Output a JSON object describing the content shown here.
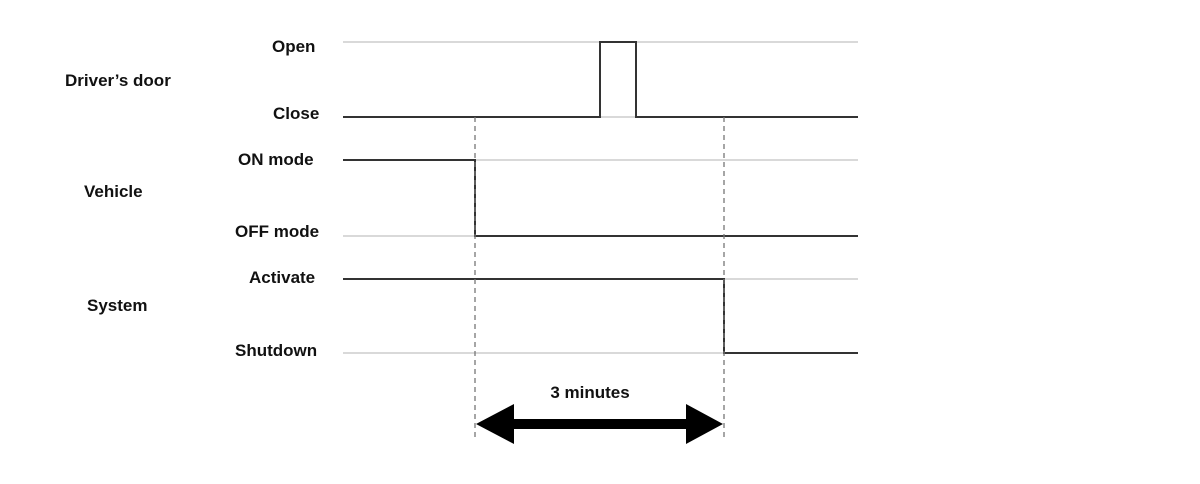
{
  "signals": [
    {
      "name": "Driver’s door",
      "high_label": "Open",
      "low_label": "Close"
    },
    {
      "name": "Vehicle",
      "high_label": "ON mode",
      "low_label": "OFF mode"
    },
    {
      "name": "System",
      "high_label": "Activate",
      "low_label": "Shutdown"
    }
  ],
  "interval": {
    "label": "3 minutes"
  },
  "colors": {
    "signal": "#333333",
    "reference": "#d9d9d9",
    "dashed": "#777777",
    "arrow": "#000000"
  }
}
